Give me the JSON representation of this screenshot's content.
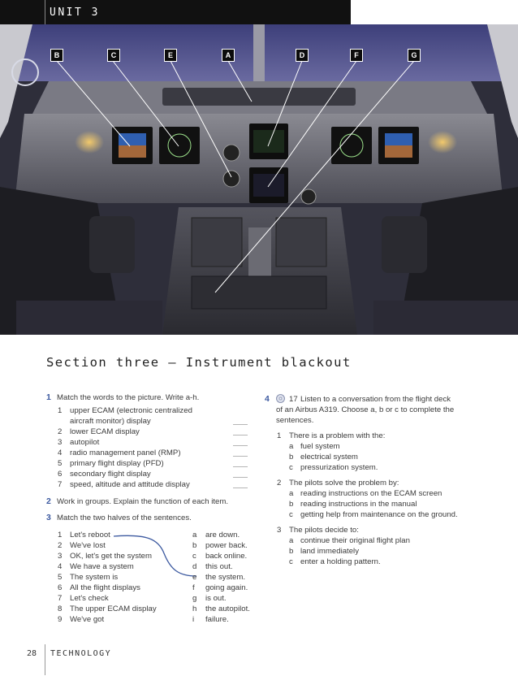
{
  "header": {
    "unit": "UNIT 3"
  },
  "photo": {
    "markers": [
      "B",
      "C",
      "E",
      "A",
      "D",
      "F",
      "G"
    ]
  },
  "section_title": "Section three – Instrument blackout",
  "ex1": {
    "number": "1",
    "instruction": "Match the words to the picture. Write a-h.",
    "items": [
      {
        "n": "1",
        "lines": [
          "upper ECAM (electronic centralized",
          "aircraft monitor) display"
        ]
      },
      {
        "n": "2",
        "lines": [
          "lower ECAM display"
        ]
      },
      {
        "n": "3",
        "lines": [
          "autopilot"
        ]
      },
      {
        "n": "4",
        "lines": [
          "radio management panel (RMP)"
        ]
      },
      {
        "n": "5",
        "lines": [
          "primary flight display (PFD)"
        ]
      },
      {
        "n": "6",
        "lines": [
          "secondary flight display"
        ]
      },
      {
        "n": "7",
        "lines": [
          "speed, altitude and attitude display"
        ]
      }
    ]
  },
  "ex2": {
    "number": "2",
    "instruction": "Work in groups. Explain the function of each item."
  },
  "ex3": {
    "number": "3",
    "instruction": "Match the two halves of the sentences.",
    "left": [
      {
        "n": "1",
        "text": "Let's reboot"
      },
      {
        "n": "2",
        "text": "We've lost"
      },
      {
        "n": "3",
        "text": "OK, let's get the system"
      },
      {
        "n": "4",
        "text": "We have a system"
      },
      {
        "n": "5",
        "text": "The system is"
      },
      {
        "n": "6",
        "text": "All the flight displays"
      },
      {
        "n": "7",
        "text": "Let's check"
      },
      {
        "n": "8",
        "text": "The upper ECAM display"
      },
      {
        "n": "9",
        "text": "We've got"
      }
    ],
    "right": [
      {
        "l": "a",
        "text": "are down."
      },
      {
        "l": "b",
        "text": "power back."
      },
      {
        "l": "c",
        "text": "back online."
      },
      {
        "l": "d",
        "text": "this out."
      },
      {
        "l": "e",
        "text": "the system."
      },
      {
        "l": "f",
        "text": "going again."
      },
      {
        "l": "g",
        "text": "is out."
      },
      {
        "l": "h",
        "text": "the autopilot."
      },
      {
        "l": "i",
        "text": "failure."
      }
    ]
  },
  "ex4": {
    "number": "4",
    "track": "17",
    "instruction": [
      "Listen to a conversation from the flight deck",
      "of an Airbus A319. Choose a, b or c to complete the",
      "sentences."
    ],
    "questions": [
      {
        "n": "1",
        "stem": "There is a problem with the:",
        "options": [
          {
            "l": "a",
            "text": "fuel system"
          },
          {
            "l": "b",
            "text": "electrical system"
          },
          {
            "l": "c",
            "text": "pressurization system."
          }
        ]
      },
      {
        "n": "2",
        "stem": "The pilots solve the problem by:",
        "options": [
          {
            "l": "a",
            "text": "reading instructions on the ECAM screen"
          },
          {
            "l": "b",
            "text": "reading instructions in the manual"
          },
          {
            "l": "c",
            "text": "getting help from maintenance on the ground."
          }
        ]
      },
      {
        "n": "3",
        "stem": "The pilots decide to:",
        "options": [
          {
            "l": "a",
            "text": "continue their original flight plan"
          },
          {
            "l": "b",
            "text": "land immediately"
          },
          {
            "l": "c",
            "text": "enter a holding pattern."
          }
        ]
      }
    ]
  },
  "footer": {
    "page": "28",
    "label": "TECHNOLOGY"
  }
}
